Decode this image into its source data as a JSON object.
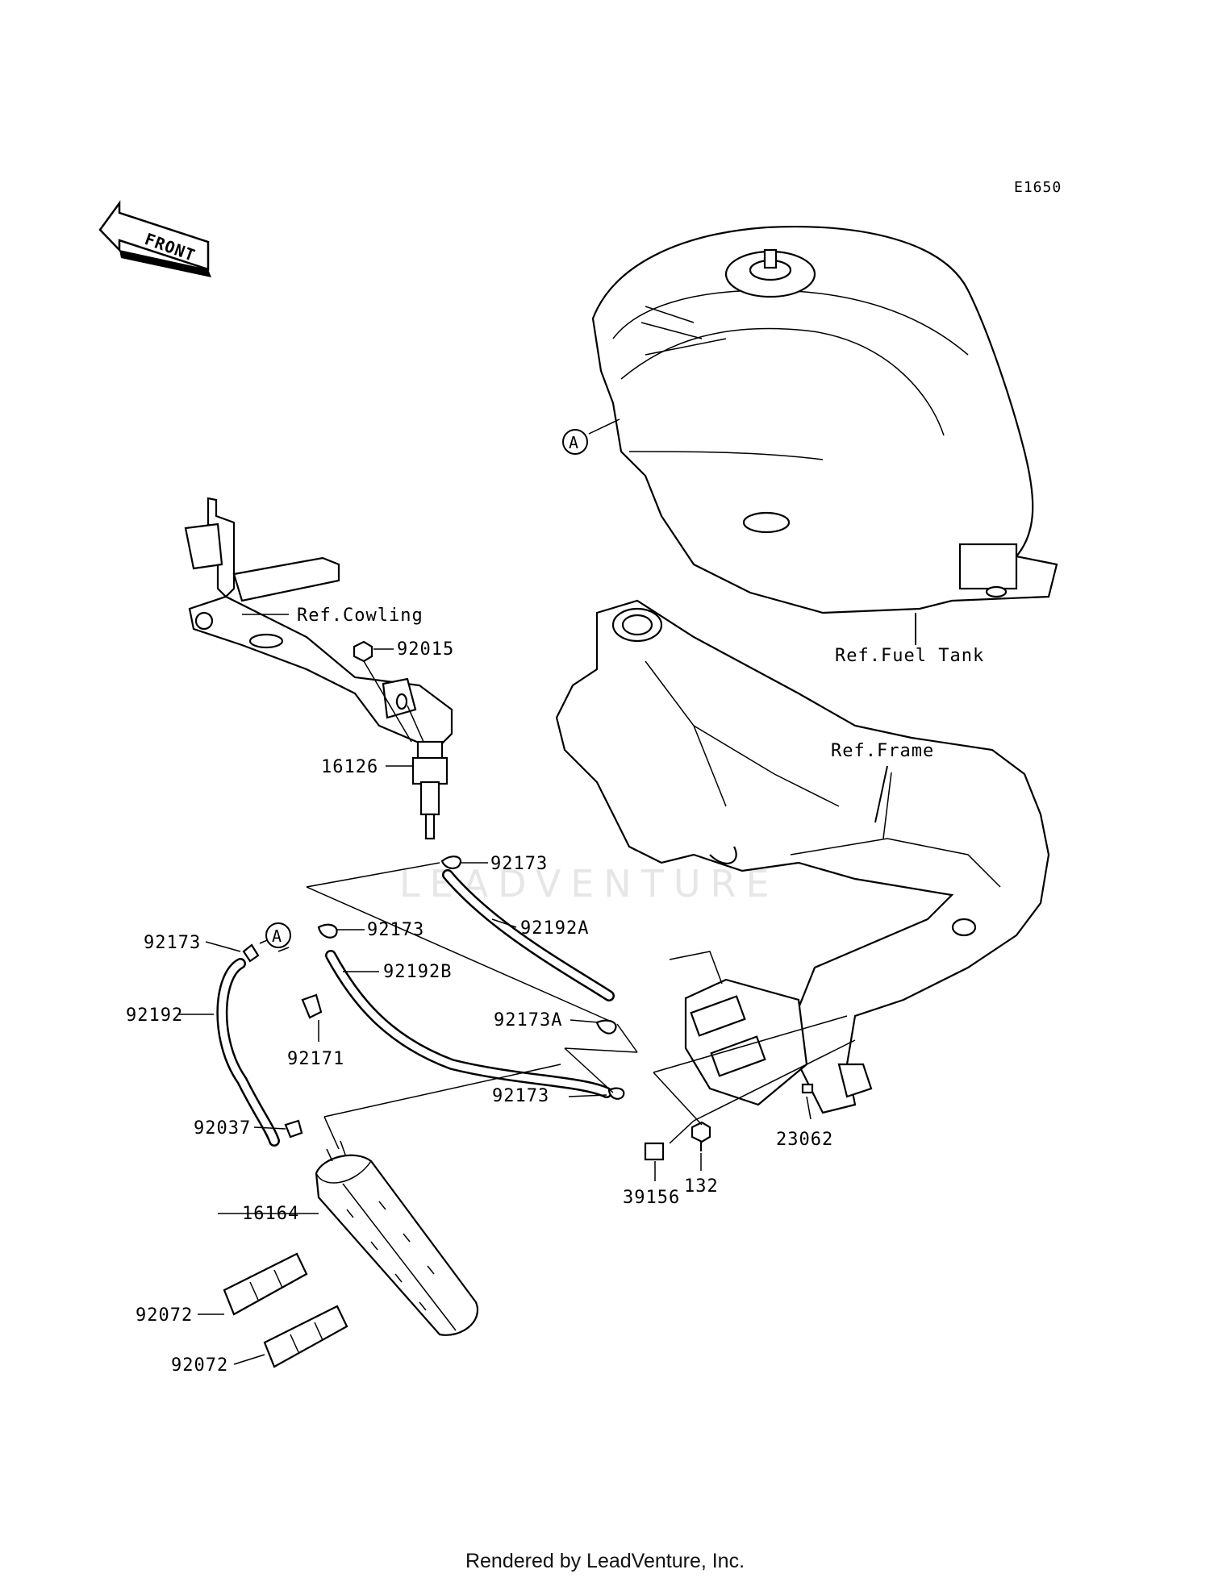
{
  "diagram": {
    "code": "E1650",
    "front_label": "FRONT",
    "watermark": "LEADVENTURE",
    "callouts": {
      "ref_cowling": "Ref.Cowling",
      "ref_fuel_tank": "Ref.Fuel Tank",
      "ref_frame": "Ref.Frame",
      "p92015": "92015",
      "p16126": "16126",
      "p92173_top": "92173",
      "p92173_mid": "92173",
      "p92173_left": "92173",
      "p92192A": "92192A",
      "p92192B": "92192B",
      "p92192": "92192",
      "p92171": "92171",
      "p92173A": "92173A",
      "p92173_low": "92173",
      "p92037": "92037",
      "p16164": "16164",
      "p92072_a": "92072",
      "p92072_b": "92072",
      "p23062": "23062",
      "p39156": "39156",
      "p132": "132",
      "marker_a1": "A",
      "marker_a2": "A"
    }
  },
  "footer": "Rendered by LeadVenture, Inc."
}
